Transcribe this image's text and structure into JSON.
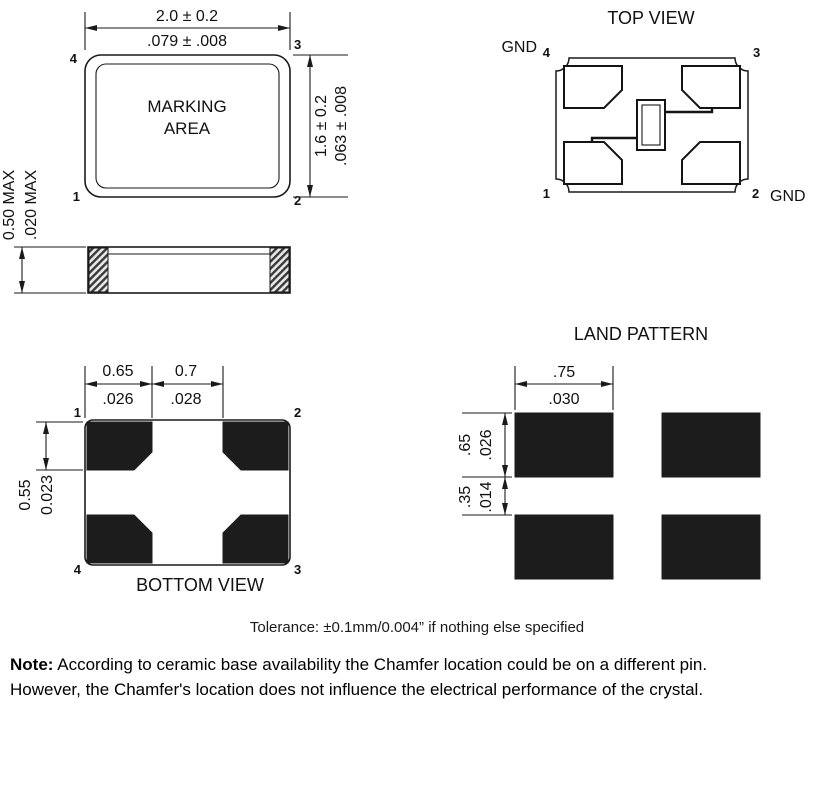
{
  "package_outline": {
    "dim_w_mm": "2.0 ± 0.2",
    "dim_w_in": ".079 ± .008",
    "dim_h_mm": "1.6 ± 0.2",
    "dim_h_in": ".063 ± .008",
    "marking1": "MARKING",
    "marking2": "AREA",
    "pin1": "1",
    "pin2": "2",
    "pin3": "3",
    "pin4": "4",
    "side_mm": "0.50 MAX",
    "side_in": ".020 MAX"
  },
  "top_view": {
    "title": "TOP VIEW",
    "gnd_left": "GND",
    "gnd_right": "GND",
    "pin1": "1",
    "pin2": "2",
    "pin3": "3",
    "pin4": "4"
  },
  "bottom_view": {
    "title": "BOTTOM VIEW",
    "dim_pad_mm": "0.65",
    "dim_pad_in": ".026",
    "dim_gap_mm": "0.7",
    "dim_gap_in": ".028",
    "dim_h_mm": "0.55",
    "dim_h_in": "0.023",
    "pin1": "1",
    "pin2": "2",
    "pin3": "3",
    "pin4": "4"
  },
  "land_pattern": {
    "title": "LAND PATTERN",
    "dim_w_mm": ".75",
    "dim_w_in": ".030",
    "dim_h_mm": ".65",
    "dim_h_in": ".026",
    "dim_gap_mm": ".35",
    "dim_gap_in": ".014"
  },
  "footer": {
    "tolerance": "Tolerance: ±0.1mm/0.004” if nothing else specified",
    "note_label": "Note:",
    "note_line1": "According to ceramic base availability the Chamfer location could be on a different pin.",
    "note_line2": "However, the Chamfer's location does not influence the electrical performance of the crystal."
  },
  "colors": {
    "line": "#1a1a1a",
    "pad": "#1c1c1c",
    "background": "#ffffff"
  }
}
